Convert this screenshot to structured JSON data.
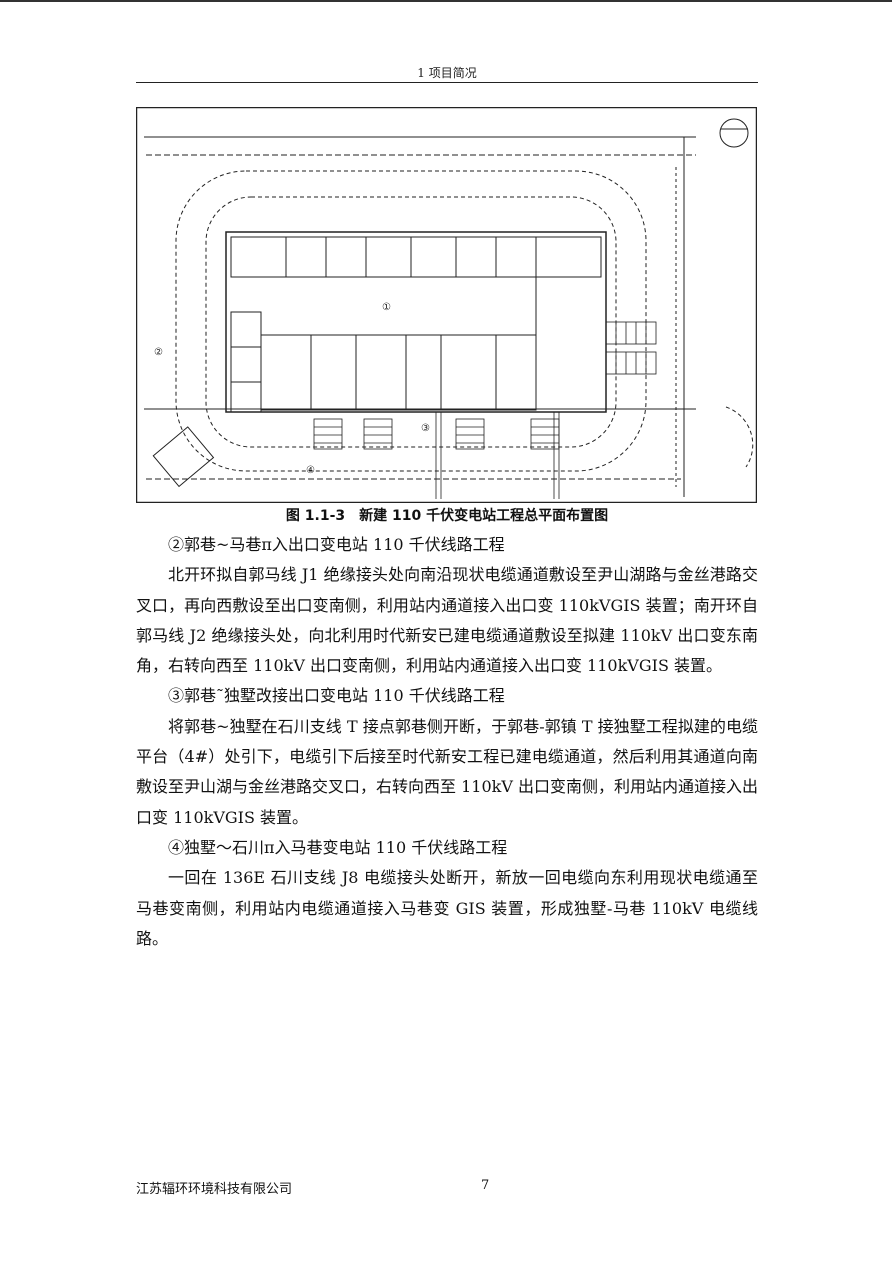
{
  "header": {
    "section": "1 项目简况"
  },
  "figure": {
    "caption": "图 1.1-3　新建 110 千伏变电站工程总平面布置图",
    "plan_labels": {
      "main_building": "①",
      "gis": "②",
      "circle3": "③",
      "circle4": "④"
    }
  },
  "paragraphs": [
    "②郭巷~马巷π入出口变电站 110 千伏线路工程",
    "北开环拟自郭马线 J1 绝缘接头处向南沿现状电缆通道敷设至尹山湖路与金丝港路交叉口，再向西敷设至出口变南侧，利用站内通道接入出口变 110kVGIS 装置；南开环自郭马线 J2 绝缘接头处，向北利用时代新安已建电缆通道敷设至拟建 110kV 出口变东南角，右转向西至 110kV 出口变南侧，利用站内通道接入出口变 110kVGIS 装置。",
    "③郭巷˜独墅改接出口变电站 110 千伏线路工程",
    "将郭巷~独墅在石川支线 T 接点郭巷侧开断，于郭巷-郭镇 T 接独墅工程拟建的电缆平台（4#）处引下，电缆引下后接至时代新安工程已建电缆通道，然后利用其通道向南敷设至尹山湖与金丝港路交叉口，右转向西至 110kV 出口变南侧，利用站内通道接入出口变 110kVGIS 装置。",
    "④独墅～石川π入马巷变电站 110 千伏线路工程",
    "一回在 136E 石川支线 J8 电缆接头处断开，新放一回电缆向东利用现状电缆通至马巷变南侧，利用站内电缆通道接入马巷变 GIS 装置，形成独墅-马巷 110kV 电缆线路。"
  ],
  "footer": {
    "company": "江苏辐环环境科技有限公司",
    "page": "7"
  }
}
